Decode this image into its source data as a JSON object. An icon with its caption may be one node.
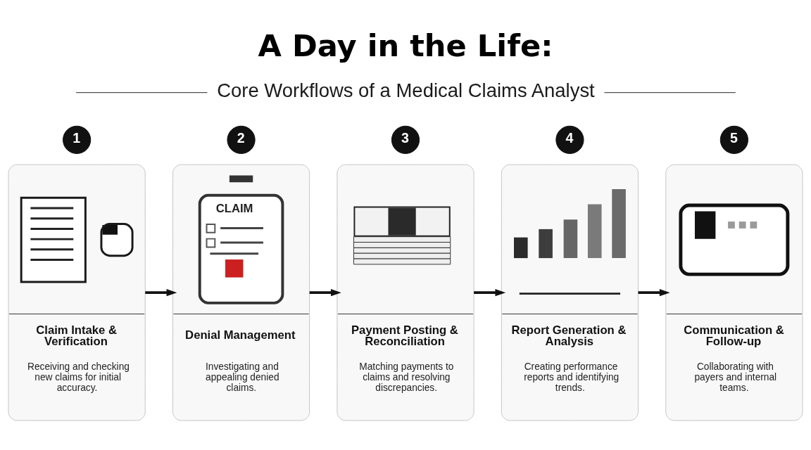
{
  "diagram": {
    "title": "A Day in the Life:",
    "nodes": [
      {
        "text": [
          "1"
        ]
      },
      {
        "text": [
          "2"
        ]
      },
      {
        "text": [
          "3"
        ]
      },
      {
        "text": [
          "4"
        ]
      },
      {
        "text": [
          "5"
        ]
      },
      {
        "text": [
          "Claim Intake & Verification",
          "Receiving and checking new claims for initial accuracy."
        ]
      },
      {
        "text": [
          "CLAIM",
          "Denial Management",
          "Investigating and appealing denied claims."
        ]
      },
      {
        "text": [
          "Payment Posting & Reconciliation",
          "Matching payments to claims and resolving discrepancies."
        ]
      },
      {
        "text": [
          "Report Generation & Analysis",
          "Creating performance reports and identifying trends."
        ]
      },
      {
        "text": [
          "Communication & Follow-up",
          "Collaborating with payers and internal teams."
        ]
      }
    ],
    "edges": [
      {
        "from": 5,
        "to": 6,
        "arrow": "to"
      },
      {
        "from": 6,
        "to": 7,
        "arrow": "to"
      },
      {
        "from": 7,
        "to": 8,
        "arrow": "to"
      },
      {
        "from": 8,
        "to": 9,
        "arrow": "to"
      }
    ],
    "labels": [
      "Core Workflows of a Medical Claims Analyst"
    ]
  }
}
